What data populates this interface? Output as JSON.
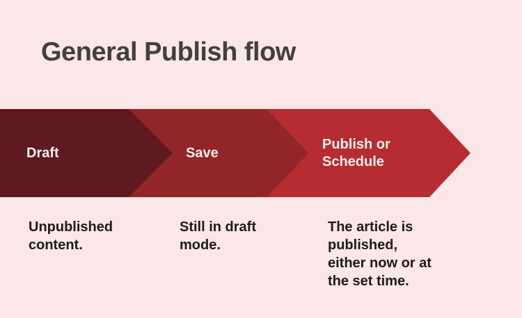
{
  "slide": {
    "title": "General Publish flow",
    "colors": {
      "background": "#fbe7e7",
      "title_text": "#423f40",
      "body_text": "#1d1a1b",
      "label_text": "#fbefee",
      "step_draft": "#5e1a1e",
      "step_save": "#912529",
      "step_publish": "#b52d32"
    },
    "steps": [
      {
        "label": "Draft",
        "color": "#5e1a1e",
        "description": "Unpublished\ncontent."
      },
      {
        "label": "Save",
        "color": "#912529",
        "description": "Still in draft\nmode."
      },
      {
        "label": "Publish or\nSchedule",
        "color": "#b52d32",
        "description": "The article is\npublished,\neither now or at\nthe set time."
      }
    ]
  }
}
